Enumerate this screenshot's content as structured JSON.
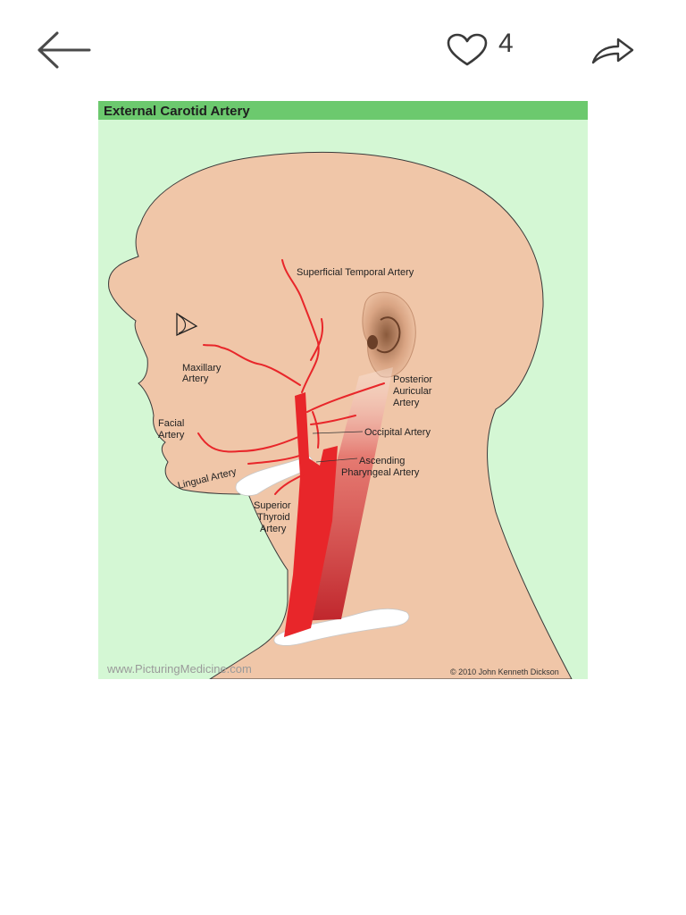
{
  "toolbar": {
    "back_icon": "arrow-left-icon",
    "like_icon": "heart-icon",
    "like_count": "4",
    "share_icon": "share-arrow-icon"
  },
  "figure": {
    "title": "External Carotid Artery",
    "labels": {
      "superficial_temporal": "Superficial Temporal Artery",
      "maxillary_1": "Maxillary",
      "maxillary_2": "Artery",
      "facial_1": "Facial",
      "facial_2": "Artery",
      "lingual": "Lingual Artery",
      "superior_thyroid_1": "Superior",
      "superior_thyroid_2": "Thyroid",
      "superior_thyroid_3": "Artery",
      "posterior_auricular_1": "Posterior",
      "posterior_auricular_2": "Auricular",
      "posterior_auricular_3": "Artery",
      "occipital": "Occipital Artery",
      "ascending_pharyngeal_1": "Ascending",
      "ascending_pharyngeal_2": "Pharyngeal Artery"
    },
    "website": "www.PicturingMedicine.com",
    "copyright": "© 2010 John Kenneth Dickson",
    "colors": {
      "header_band": "#6cc96e",
      "background": "#d4f7d4",
      "skin": "#f0c6a8",
      "artery": "#e8262a",
      "bone": "#ffffff"
    }
  }
}
